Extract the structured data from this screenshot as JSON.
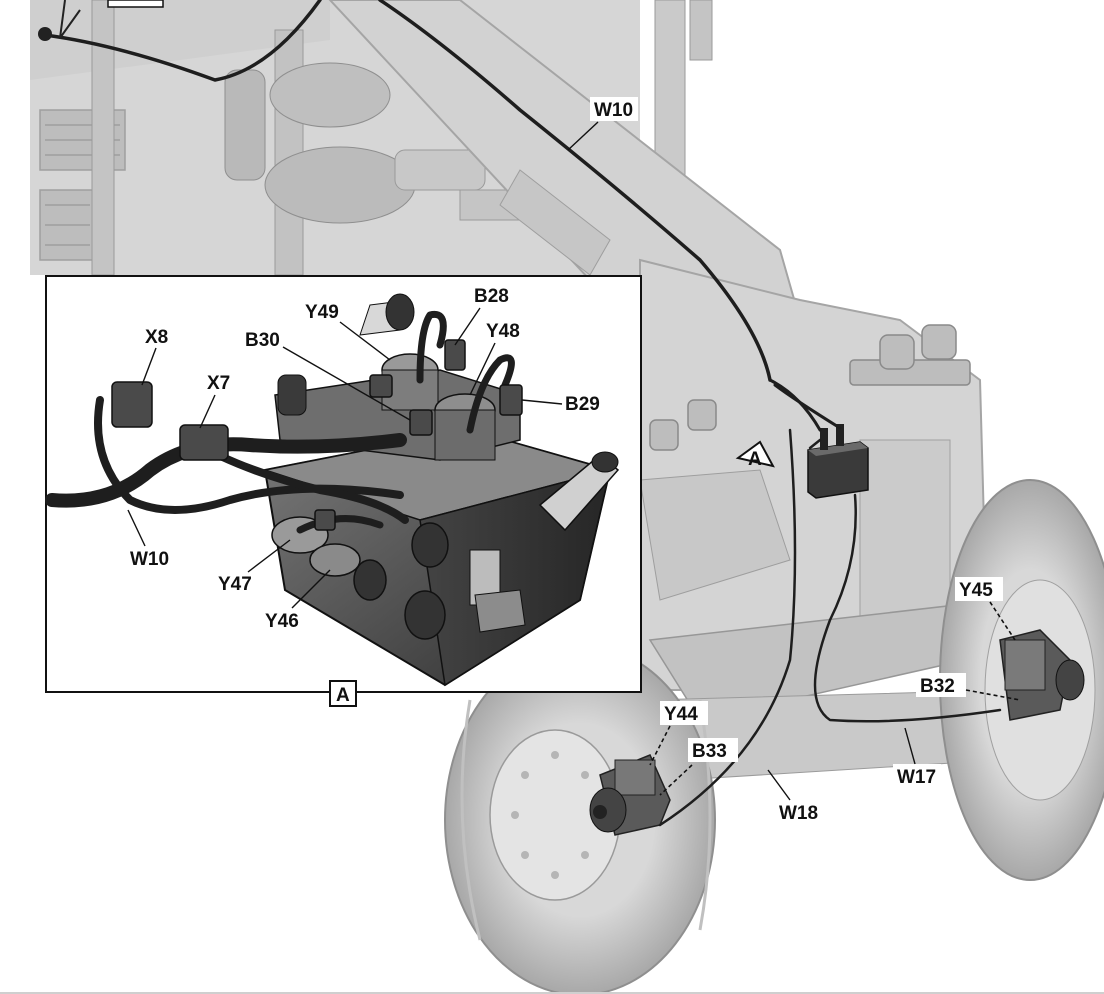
{
  "labels": {
    "w10_main": "W10",
    "w17": "W17",
    "w18": "W18",
    "y45": "Y45",
    "b32": "B32",
    "y44": "Y44",
    "b33": "B33",
    "view_a_marker": "A",
    "inset_x8": "X8",
    "inset_x7": "X7",
    "inset_y49": "Y49",
    "inset_b30": "B30",
    "inset_b28": "B28",
    "inset_y48": "Y48",
    "inset_b29": "B29",
    "inset_w10": "W10",
    "inset_y47": "Y47",
    "inset_y46": "Y46",
    "inset_caption": "A"
  },
  "colors": {
    "background": "#ffffff",
    "machine_light": "#d9d9d9",
    "machine_mid": "#bdbdbd",
    "machine_dark": "#9a9a9a",
    "block_dark": "#4a4a4a",
    "cable": "#1e1e1e"
  }
}
